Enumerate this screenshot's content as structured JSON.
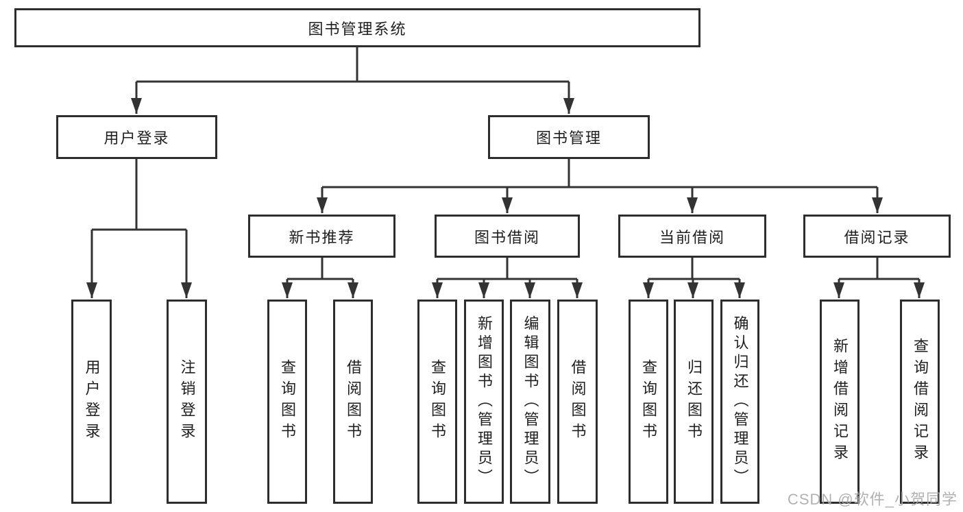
{
  "tree": {
    "label": "图书管理系统",
    "children": [
      {
        "label": "用户登录",
        "children": [
          {
            "label": "用户登录"
          },
          {
            "label": "注销登录"
          }
        ]
      },
      {
        "label": "图书管理",
        "children": [
          {
            "label": "新书推荐",
            "children": [
              {
                "label": "查询图书"
              },
              {
                "label": "借阅图书"
              }
            ]
          },
          {
            "label": "图书借阅",
            "children": [
              {
                "label": "查询图书"
              },
              {
                "label": "新增图书（管理员）"
              },
              {
                "label": "编辑图书（管理员）"
              },
              {
                "label": "借阅图书"
              }
            ]
          },
          {
            "label": "当前借阅",
            "children": [
              {
                "label": "查询图书"
              },
              {
                "label": "归还图书"
              },
              {
                "label": "确认归还（管理员）"
              }
            ]
          },
          {
            "label": "借阅记录",
            "children": [
              {
                "label": "新增借阅记录"
              },
              {
                "label": "查询借阅记录"
              }
            ]
          }
        ]
      }
    ]
  },
  "watermark": {
    "text": "CSDN @软件_小贺同学"
  },
  "colors": {
    "line": "#333333",
    "box_border": "#2d2d2d",
    "text": "#1f1f1f",
    "background": "#ffffff",
    "watermark": "#a8a8a8"
  }
}
